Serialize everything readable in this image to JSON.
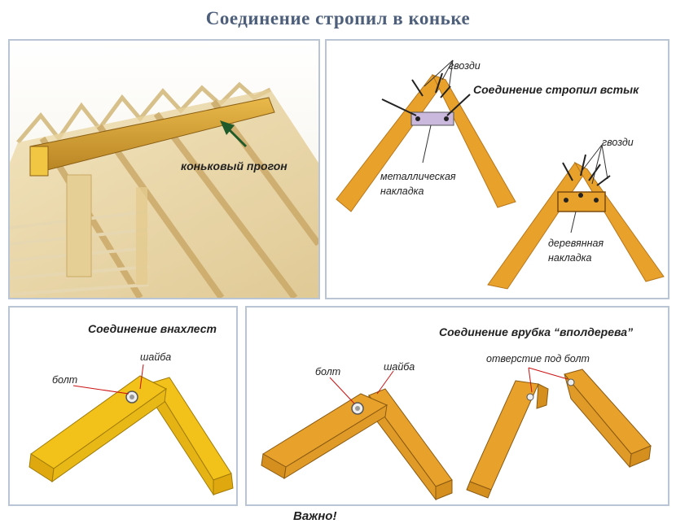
{
  "page": {
    "title": "Соединение стропил в коньке",
    "footer": "Важно!"
  },
  "panel_ridge": {
    "label": "коньковый прогон"
  },
  "panel_butt": {
    "heading": "Соединение стропил встык",
    "nails_label_1": "гвозди",
    "nails_label_2": "гвозди",
    "metal_plate_label": "металлическая\nнакладка",
    "wood_plate_label": "деревянная\nнакладка"
  },
  "panel_overlap": {
    "heading": "Соединение внахлест",
    "bolt_label": "болт",
    "washer_label": "шайба"
  },
  "panel_halflap": {
    "heading": "Соединение врубка “вполдерева”",
    "bolt_label": "болт",
    "washer_label": "шайба",
    "hole_label": "отверстие под болт"
  },
  "colors": {
    "title": "#4d5f7a",
    "border": "#b9c4d4",
    "timber": "#e8a22c",
    "timber_yellow": "#f2c21a",
    "plate_metal": "#cbb8dd",
    "arrow": "#1f5a2a"
  }
}
